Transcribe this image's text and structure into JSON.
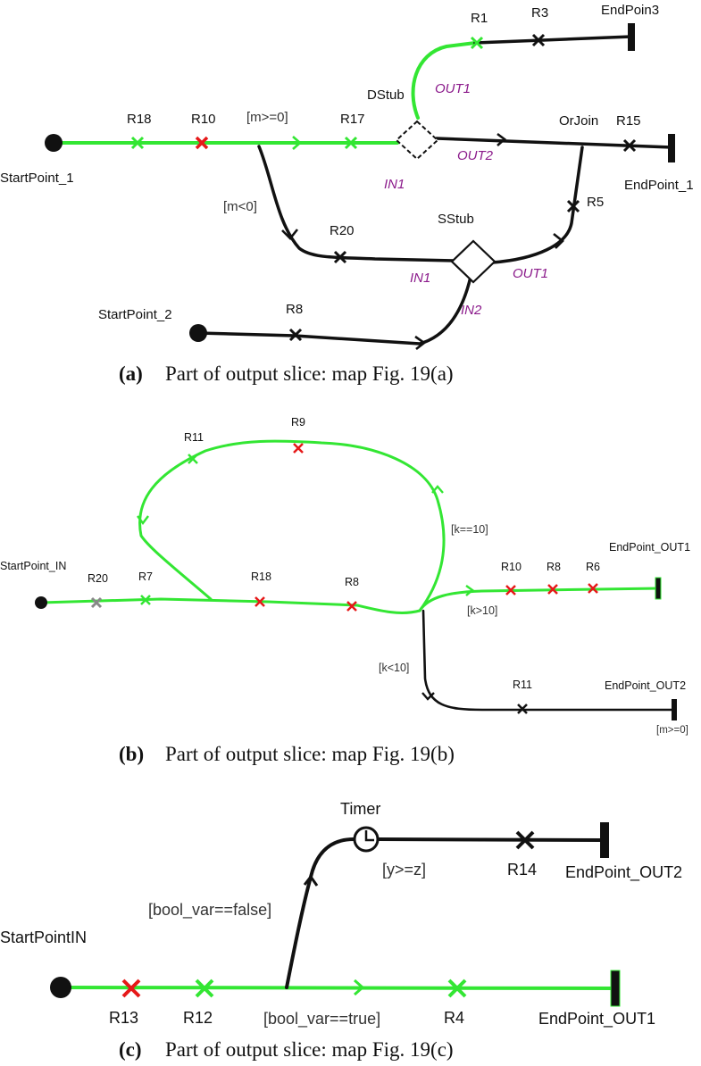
{
  "panel_a": {
    "caption_label": "(a)",
    "caption_text": "Part of output slice: map Fig. 19(a)",
    "start1": "StartPoint_1",
    "start2": "StartPoint_2",
    "end1": "EndPoint_1",
    "end3": "EndPoin3",
    "r18": "R18",
    "r10": "R10",
    "r17": "R17",
    "r1": "R1",
    "r3": "R3",
    "r15": "R15",
    "r5": "R5",
    "r20": "R20",
    "r8": "R8",
    "dstub": "DStub",
    "sstub": "SStub",
    "orjoin": "OrJoin",
    "out1_d": "OUT1",
    "out2_d": "OUT2",
    "in1_d": "IN1",
    "in1_s": "IN1",
    "in2_s": "IN2",
    "out1_s": "OUT1",
    "cond_ge": "[m>=0]",
    "cond_lt": "[m<0]"
  },
  "panel_b": {
    "caption_label": "(b)",
    "caption_text": "Part of output slice: map Fig. 19(b)",
    "start": "StartPoint_IN",
    "end1": "EndPoint_OUT1",
    "end2": "EndPoint_OUT2",
    "r20": "R20",
    "r7": "R7",
    "r18": "R18",
    "r8": "R8",
    "r11": "R11",
    "r9": "R9",
    "r10_out": "R10",
    "r8_out": "R8",
    "r6_out": "R6",
    "r11_out": "R11",
    "cond_eq": "[k==10]",
    "cond_gt": "[k>10]",
    "cond_lt": "[k<10]",
    "cond_m": "[m>=0]"
  },
  "panel_c": {
    "caption_label": "(c)",
    "caption_text": "Part of output slice: map Fig. 19(c)",
    "start": "StartPointIN",
    "timer": "Timer",
    "end1": "EndPoint_OUT1",
    "end2": "EndPoint_OUT2",
    "r13": "R13",
    "r12": "R12",
    "r4": "R4",
    "r14": "R14",
    "cond_false": "[bool_var==false]",
    "cond_true": "[bool_var==true]",
    "cond_yz": "[y>=z]"
  },
  "colors": {
    "green_path": "#33e633",
    "black_path": "#111111",
    "red_marker": "#e61919",
    "gray_marker": "#888888",
    "purple_label": "#8b1a8b"
  }
}
